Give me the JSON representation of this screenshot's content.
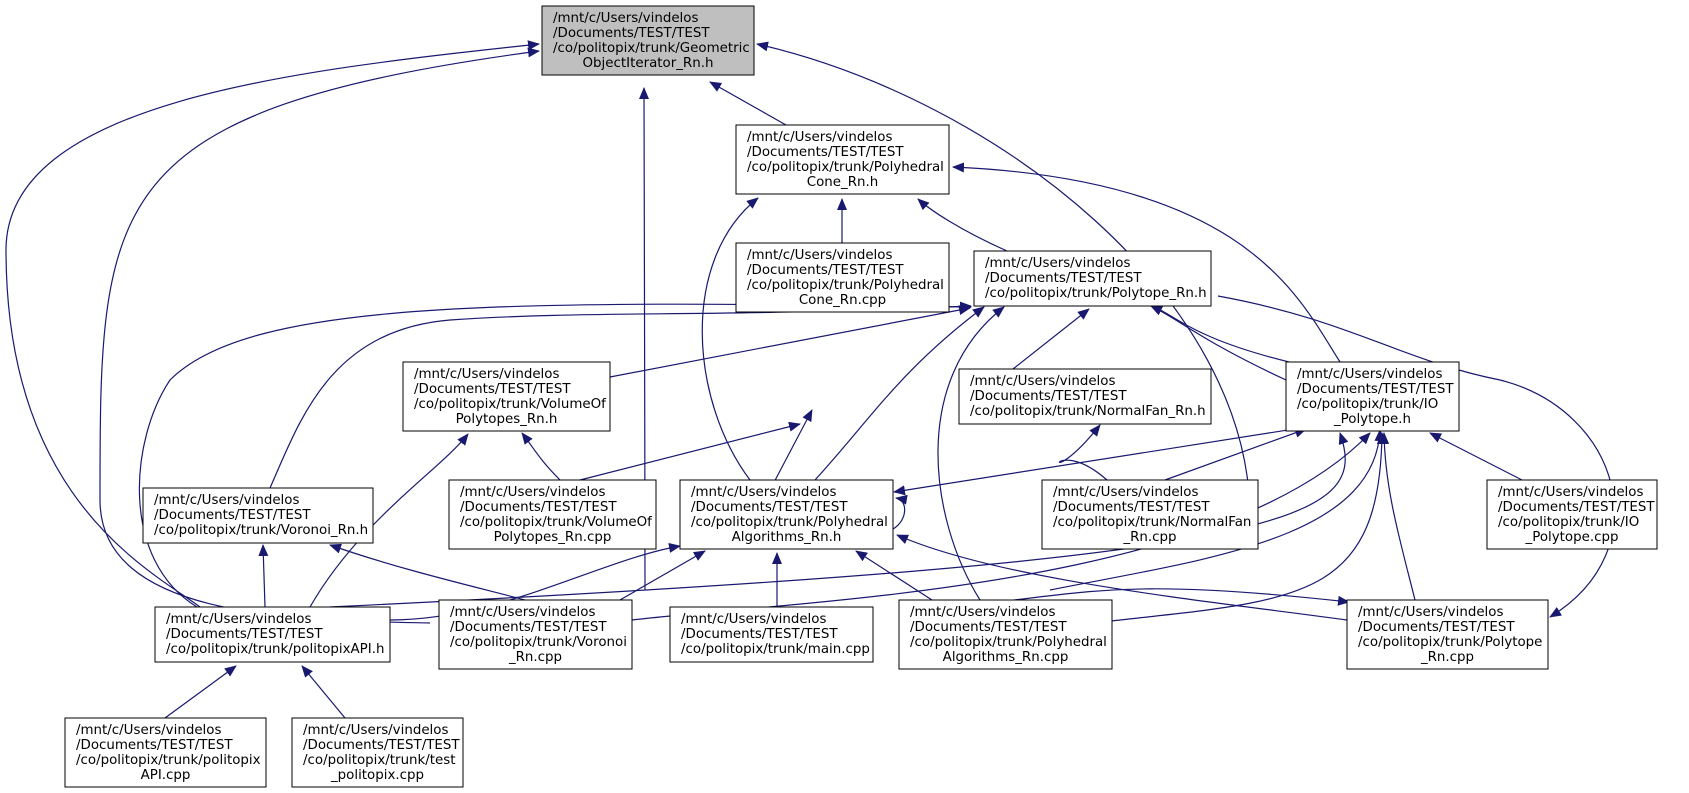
{
  "colors": {
    "edge": "#191970",
    "node_border": "#000000",
    "highlight_fill": "#bfbfbf",
    "node_fill": "#ffffff"
  },
  "nodes": [
    {
      "id": "geom_h",
      "highlight": true,
      "lines": [
        "/mnt/c/Users/vindelos",
        "/Documents/TEST/TEST",
        "/co/politopix/trunk/Geometric",
        "ObjectIterator_Rn.h"
      ]
    },
    {
      "id": "cone_h",
      "lines": [
        "/mnt/c/Users/vindelos",
        "/Documents/TEST/TEST",
        "/co/politopix/trunk/Polyhedral",
        "Cone_Rn.h"
      ]
    },
    {
      "id": "cone_cpp",
      "lines": [
        "/mnt/c/Users/vindelos",
        "/Documents/TEST/TEST",
        "/co/politopix/trunk/Polyhedral",
        "Cone_Rn.cpp"
      ]
    },
    {
      "id": "polytope_h",
      "lines": [
        "/mnt/c/Users/vindelos",
        "/Documents/TEST/TEST",
        "/co/politopix/trunk/Polytope_Rn.h"
      ]
    },
    {
      "id": "volume_h",
      "lines": [
        "/mnt/c/Users/vindelos",
        "/Documents/TEST/TEST",
        "/co/politopix/trunk/VolumeOf",
        "Polytopes_Rn.h"
      ]
    },
    {
      "id": "normalfan_h",
      "lines": [
        "/mnt/c/Users/vindelos",
        "/Documents/TEST/TEST",
        "/co/politopix/trunk/NormalFan_Rn.h"
      ]
    },
    {
      "id": "io_h",
      "lines": [
        "/mnt/c/Users/vindelos",
        "/Documents/TEST/TEST",
        "/co/politopix/trunk/IO",
        "_Polytope.h"
      ]
    },
    {
      "id": "voronoi_h",
      "lines": [
        "/mnt/c/Users/vindelos",
        "/Documents/TEST/TEST",
        "/co/politopix/trunk/Voronoi_Rn.h"
      ]
    },
    {
      "id": "volume_cpp",
      "lines": [
        "/mnt/c/Users/vindelos",
        "/Documents/TEST/TEST",
        "/co/politopix/trunk/VolumeOf",
        "Polytopes_Rn.cpp"
      ]
    },
    {
      "id": "algos_h",
      "lines": [
        "/mnt/c/Users/vindelos",
        "/Documents/TEST/TEST",
        "/co/politopix/trunk/Polyhedral",
        "Algorithms_Rn.h"
      ]
    },
    {
      "id": "normalfan_cpp",
      "lines": [
        "/mnt/c/Users/vindelos",
        "/Documents/TEST/TEST",
        "/co/politopix/trunk/NormalFan",
        "_Rn.cpp"
      ]
    },
    {
      "id": "io_cpp",
      "lines": [
        "/mnt/c/Users/vindelos",
        "/Documents/TEST/TEST",
        "/co/politopix/trunk/IO",
        "_Polytope.cpp"
      ]
    },
    {
      "id": "api_h",
      "lines": [
        "/mnt/c/Users/vindelos",
        "/Documents/TEST/TEST",
        "/co/politopix/trunk/politopixAPI.h"
      ]
    },
    {
      "id": "voronoi_cpp",
      "lines": [
        "/mnt/c/Users/vindelos",
        "/Documents/TEST/TEST",
        "/co/politopix/trunk/Voronoi",
        "_Rn.cpp"
      ]
    },
    {
      "id": "main_cpp",
      "lines": [
        "/mnt/c/Users/vindelos",
        "/Documents/TEST/TEST",
        "/co/politopix/trunk/main.cpp"
      ]
    },
    {
      "id": "algos_cpp",
      "lines": [
        "/mnt/c/Users/vindelos",
        "/Documents/TEST/TEST",
        "/co/politopix/trunk/Polyhedral",
        "Algorithms_Rn.cpp"
      ]
    },
    {
      "id": "polytope_cpp",
      "lines": [
        "/mnt/c/Users/vindelos",
        "/Documents/TEST/TEST",
        "/co/politopix/trunk/Polytope",
        "_Rn.cpp"
      ]
    },
    {
      "id": "api_cpp",
      "lines": [
        "/mnt/c/Users/vindelos",
        "/Documents/TEST/TEST",
        "/co/politopix/trunk/politopix",
        "API.cpp"
      ]
    },
    {
      "id": "test_cpp",
      "lines": [
        "/mnt/c/Users/vindelos",
        "/Documents/TEST/TEST",
        "/co/politopix/trunk/test",
        "_politopix.cpp"
      ]
    }
  ]
}
